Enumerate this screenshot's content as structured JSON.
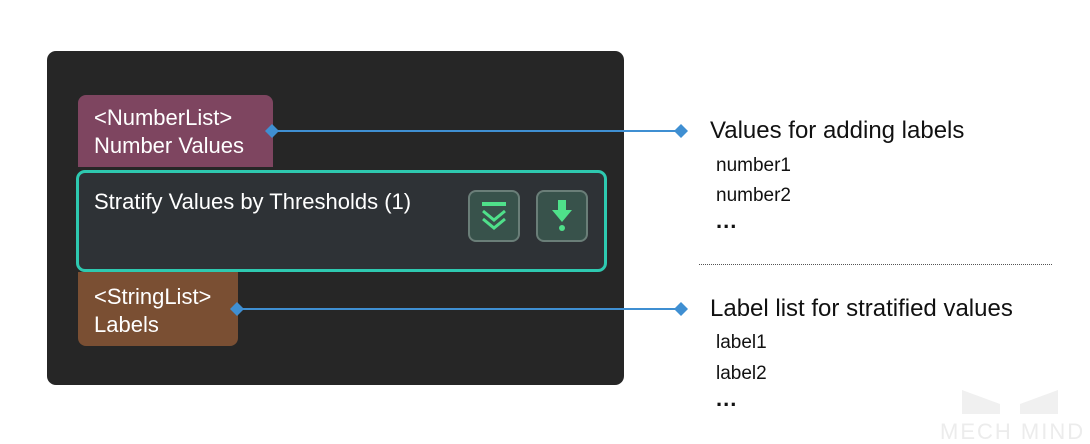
{
  "node": {
    "input_port": {
      "type_label": "<NumberList>",
      "name_label": "Number Values",
      "color": "#7e4560"
    },
    "step": {
      "title": "Stratify Values by Thresholds (1)",
      "border_color": "#2ec9b0",
      "buttons": [
        {
          "icon": "collapse-chevrons-icon"
        },
        {
          "icon": "download-arrow-icon"
        }
      ]
    },
    "output_port": {
      "type_label": "<StringList>",
      "name_label": "Labels",
      "color": "#7a4f33"
    }
  },
  "annotations": {
    "input": {
      "title": "Values for adding labels",
      "items": [
        "number1",
        "number2"
      ],
      "ellipsis": "..."
    },
    "output": {
      "title": "Label list for stratified values",
      "items": [
        "label1",
        "label2"
      ],
      "ellipsis": "..."
    }
  },
  "connector_color": "#3f8fd2",
  "watermark": {
    "text": "MECH MIND"
  }
}
